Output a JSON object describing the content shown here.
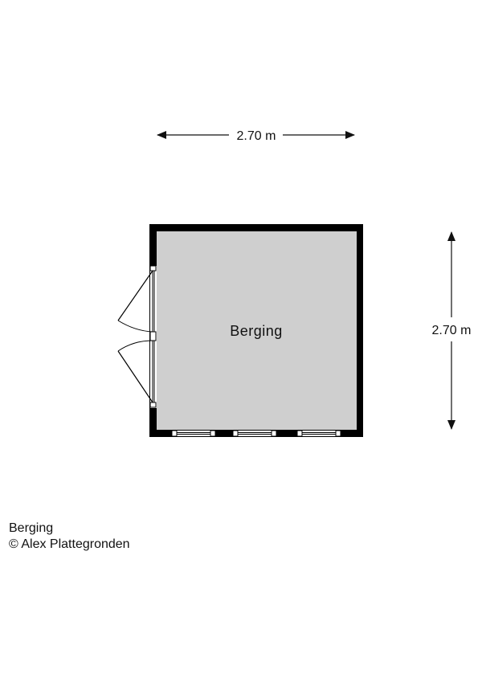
{
  "floorplan": {
    "room_label": "Berging",
    "dim_horizontal": "2.70 m",
    "dim_vertical": "2.70 m",
    "colors": {
      "wall": "#000000",
      "floor": "#cfcfcf",
      "dimension": "#111111"
    }
  },
  "caption": {
    "title": "Berging",
    "copyright": "© Alex Plattegronden"
  }
}
